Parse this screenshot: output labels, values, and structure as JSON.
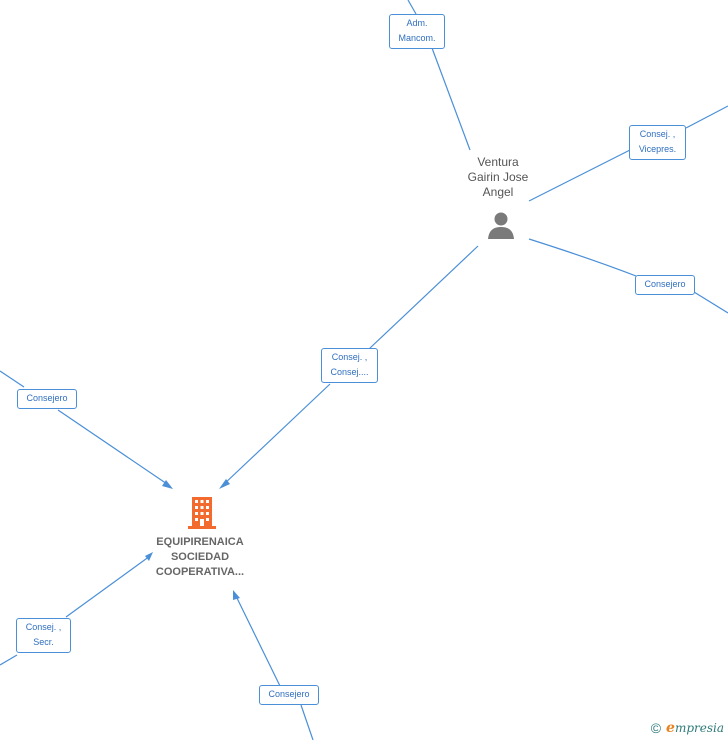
{
  "nodes": {
    "person": {
      "name_lines": [
        "Ventura",
        "Gairin Jose",
        "Angel"
      ],
      "icon": "person-icon"
    },
    "company": {
      "name_lines": [
        "EQUIPIRENAICA",
        "SOCIEDAD",
        "COOPERATIVA..."
      ],
      "icon": "building-icon",
      "color": "#f26a2e"
    }
  },
  "edge_labels": {
    "adm": [
      "Adm.",
      "Mancom."
    ],
    "vicepres": [
      "Consej. ,",
      "Vicepres."
    ],
    "consejero_right": [
      "Consejero"
    ],
    "consej_consej": [
      "Consej. ,",
      "Consej...."
    ],
    "consejero_left": [
      "Consejero"
    ],
    "consej_secr": [
      "Consej. ,",
      "Secr."
    ],
    "consejero_bottom": [
      "Consejero"
    ]
  },
  "footer": {
    "copyright": "©",
    "brand_initial": "e",
    "brand_rest": "mpresia"
  },
  "colors": {
    "edge": "#4a8fd8",
    "label_text": "#2f6fbf"
  }
}
